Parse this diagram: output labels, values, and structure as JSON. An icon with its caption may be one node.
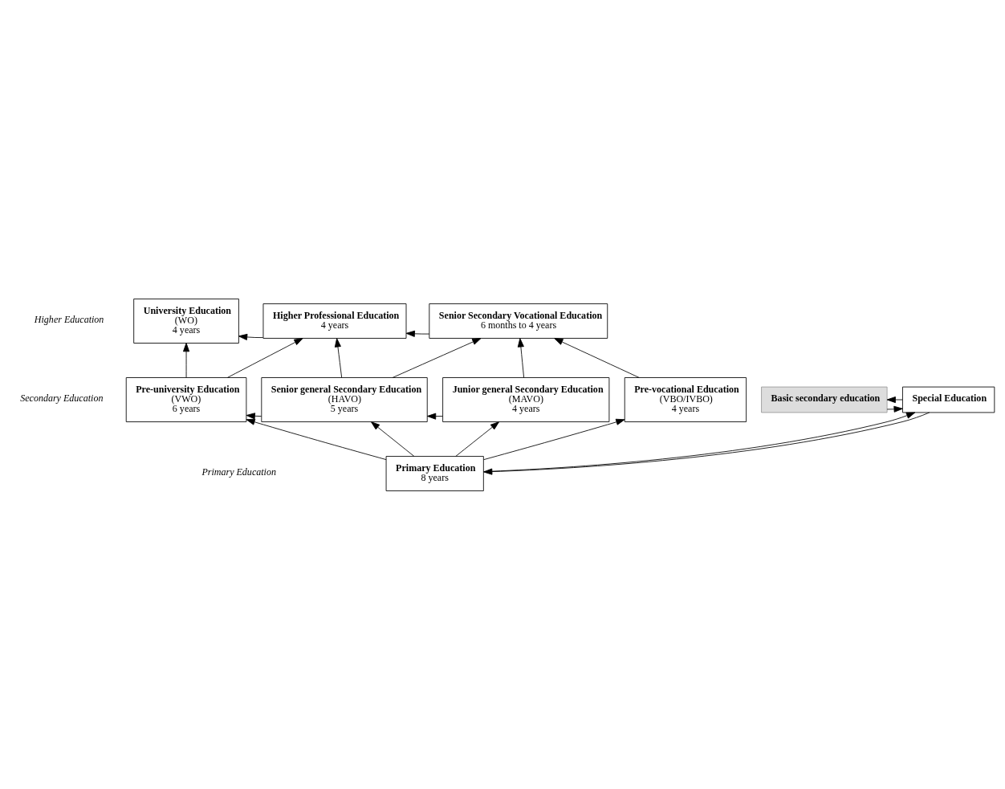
{
  "diagram": {
    "nodes": [
      {
        "text": [
          "University Education",
          "(WO)",
          "4 years"
        ]
      },
      {
        "text": [
          "Higher Professional Education",
          "4 years"
        ]
      },
      {
        "text": [
          "Senior Secondary Vocational Education",
          "6 months to 4 years"
        ]
      },
      {
        "text": [
          "Pre-university Education",
          "(VWO)",
          "6 years"
        ]
      },
      {
        "text": [
          "Senior general Secondary Education",
          "(HAVO)",
          "5 years"
        ]
      },
      {
        "text": [
          "Junior general Secondary Education",
          "(MAVO)",
          "4 years"
        ]
      },
      {
        "text": [
          "Pre-vocational Education",
          "(VBO/IVBO)",
          "4 years"
        ]
      },
      {
        "text": [
          "Special Education"
        ]
      },
      {
        "text": [
          "Basic secondary education"
        ]
      },
      {
        "text": [
          "Primary Education",
          "8 years"
        ]
      }
    ],
    "edges": [
      {
        "from": 1,
        "to": 0,
        "arrow": "to"
      },
      {
        "from": 2,
        "to": 1,
        "arrow": "to"
      },
      {
        "from": 3,
        "to": 0,
        "arrow": "to"
      },
      {
        "from": 3,
        "to": 1,
        "arrow": "to"
      },
      {
        "from": 4,
        "to": 1,
        "arrow": "to"
      },
      {
        "from": 4,
        "to": 3,
        "arrow": "to"
      },
      {
        "from": 4,
        "to": 2,
        "arrow": "to"
      },
      {
        "from": 5,
        "to": 4,
        "arrow": "to"
      },
      {
        "from": 5,
        "to": 2,
        "arrow": "to"
      },
      {
        "from": 6,
        "to": 2,
        "arrow": "to"
      },
      {
        "from": 7,
        "to": 8,
        "arrow": "to"
      },
      {
        "from": 8,
        "to": 7,
        "arrow": "to"
      },
      {
        "from": 9,
        "to": 3,
        "arrow": "to"
      },
      {
        "from": 9,
        "to": 4,
        "arrow": "to"
      },
      {
        "from": 9,
        "to": 5,
        "arrow": "to"
      },
      {
        "from": 9,
        "to": 6,
        "arrow": "to"
      },
      {
        "from": 7,
        "to": 9,
        "arrow": "to"
      },
      {
        "from": 9,
        "to": 7,
        "arrow": "to"
      }
    ],
    "labels": [
      "Higher Education",
      "Secondary Education",
      "Primary Education"
    ]
  }
}
